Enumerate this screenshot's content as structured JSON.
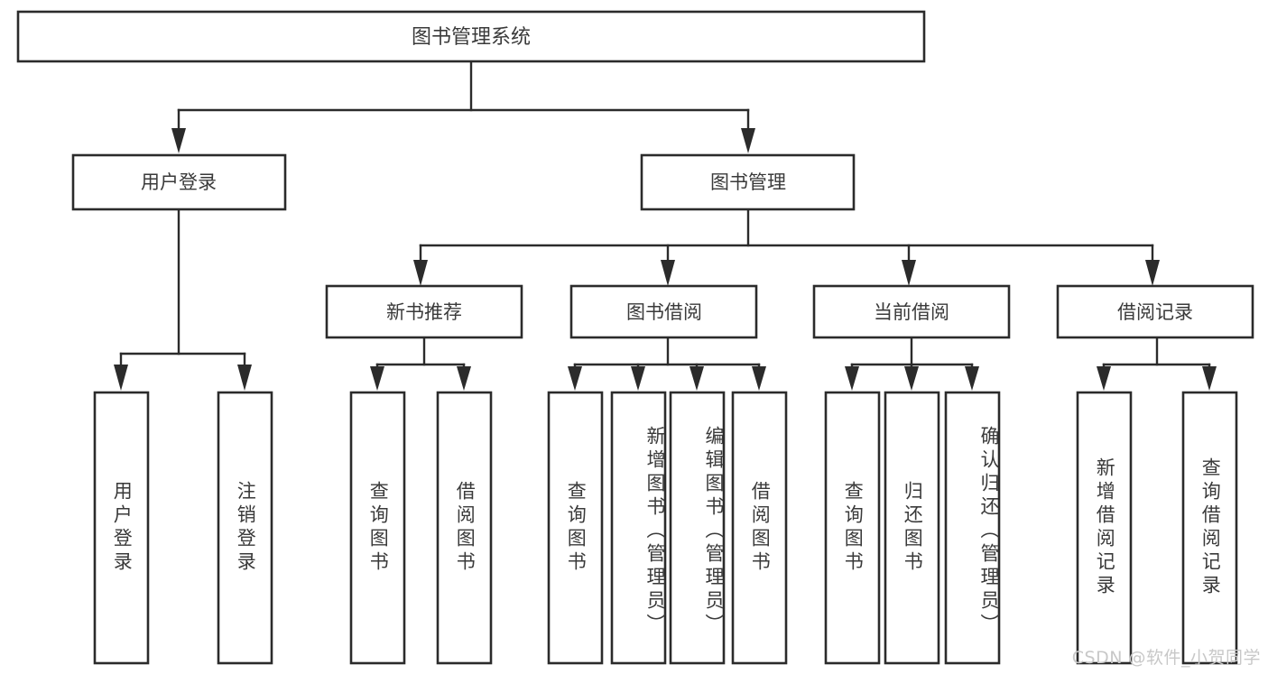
{
  "diagram": {
    "type": "tree",
    "title_node": {
      "label": "图书管理系统"
    },
    "level2": [
      {
        "id": "user-login",
        "label": "用户登录"
      },
      {
        "id": "book-manage",
        "label": "图书管理"
      }
    ],
    "level3": [
      {
        "id": "new-book-rec",
        "label": "新书推荐"
      },
      {
        "id": "book-borrow",
        "label": "图书借阅"
      },
      {
        "id": "current-borrow",
        "label": "当前借阅"
      },
      {
        "id": "borrow-record",
        "label": "借阅记录"
      }
    ],
    "leaves": {
      "user_login": [
        {
          "id": "leaf-user-login",
          "label": "用户登录"
        },
        {
          "id": "leaf-logout-login",
          "label": "注销登录"
        }
      ],
      "new_book_rec": [
        {
          "id": "leaf-query-book-1",
          "label": "查询图书"
        },
        {
          "id": "leaf-borrow-book-1",
          "label": "借阅图书"
        }
      ],
      "book_borrow": [
        {
          "id": "leaf-query-book-2",
          "label": "查询图书"
        },
        {
          "id": "leaf-add-book",
          "label": "新增图书（管理员）"
        },
        {
          "id": "leaf-edit-book",
          "label": "编辑图书（管理员）"
        },
        {
          "id": "leaf-borrow-book-2",
          "label": "借阅图书"
        }
      ],
      "current_borrow": [
        {
          "id": "leaf-query-book-3",
          "label": "查询图书"
        },
        {
          "id": "leaf-return-book",
          "label": "归还图书"
        },
        {
          "id": "leaf-confirm-return",
          "label": "确认归还（管理员）"
        }
      ],
      "borrow_record": [
        {
          "id": "leaf-add-record",
          "label": "新增借阅记录"
        },
        {
          "id": "leaf-query-record",
          "label": "查询借阅记录"
        }
      ]
    },
    "colors": {
      "stroke": "#2b2b2b",
      "text": "#3a3a3a",
      "background": "#ffffff",
      "watermark": "#c8c8c8"
    }
  },
  "watermark": {
    "text": "CSDN @软件_小贺同学"
  }
}
